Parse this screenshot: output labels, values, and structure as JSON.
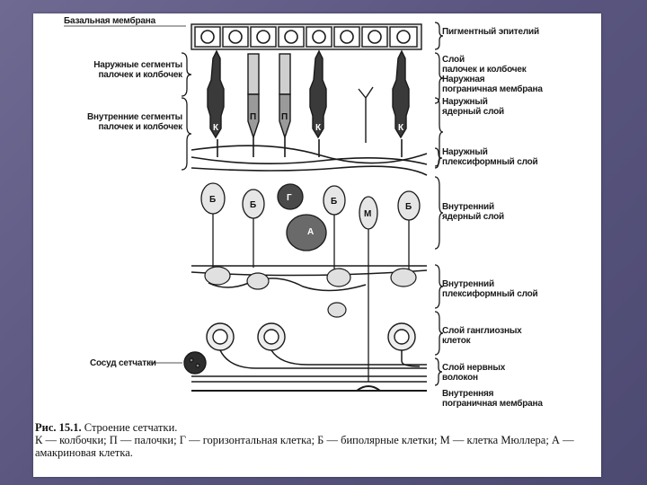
{
  "colors": {
    "background": "#5a5680",
    "slide": "#ffffff",
    "ink": "#1a1a1a"
  },
  "left_labels": {
    "basal": "Базальная мембрана",
    "outer_segments": "Наружные сегменты\nпалочек и колбочек",
    "inner_segments": "Внутренние сегменты\nпалочек и колбочек",
    "vessel": "Сосуд сетчатки"
  },
  "right_labels": {
    "pigment": "Пигментный эпителий",
    "rods_cones_layer": "Слой\nпалочек и колбочек",
    "outer_limiting": "Наружная\nпограничная мембрана",
    "outer_nuclear": "Наружный\nядерный слой",
    "outer_plexiform": "Наружный\nплексиформный слой",
    "inner_nuclear": "Внутренний\nядерный слой",
    "inner_plexiform": "Внутренний\nплексиформный слой",
    "ganglion": "Слой ганглиозных\nклеток",
    "nerve_fibers": "Слой нервных\nволокон",
    "inner_limiting": "Внутренняя\nпограничная мембрана"
  },
  "cell_letters": {
    "cone": "К",
    "rod": "П",
    "horizontal": "Г",
    "bipolar": "Б",
    "muller": "М",
    "amacrine": "А"
  },
  "caption": {
    "title": "Рис. 15.1.",
    "title_rest": " Строение сетчатки.",
    "legend": "К — колбочки; П — палочки; Г — горизонтальная клетка; Б — биполярные клетки; М — клетка Мюллера; А — амакриновая клетка."
  }
}
